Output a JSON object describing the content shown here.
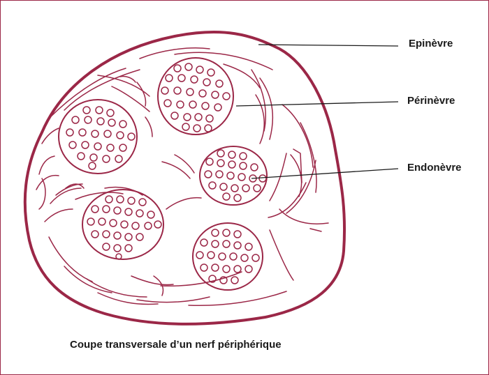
{
  "labels": {
    "epineurium": "Epinèvre",
    "perineurium": "Périnèvre",
    "endoneurium": "Endonèvre"
  },
  "caption": "Coupe transversale d’un nerf périphérique",
  "colors": {
    "stroke": "#9b2747",
    "leader": "#1a1a1a",
    "text": "#1a1a1a",
    "background": "#ffffff"
  }
}
